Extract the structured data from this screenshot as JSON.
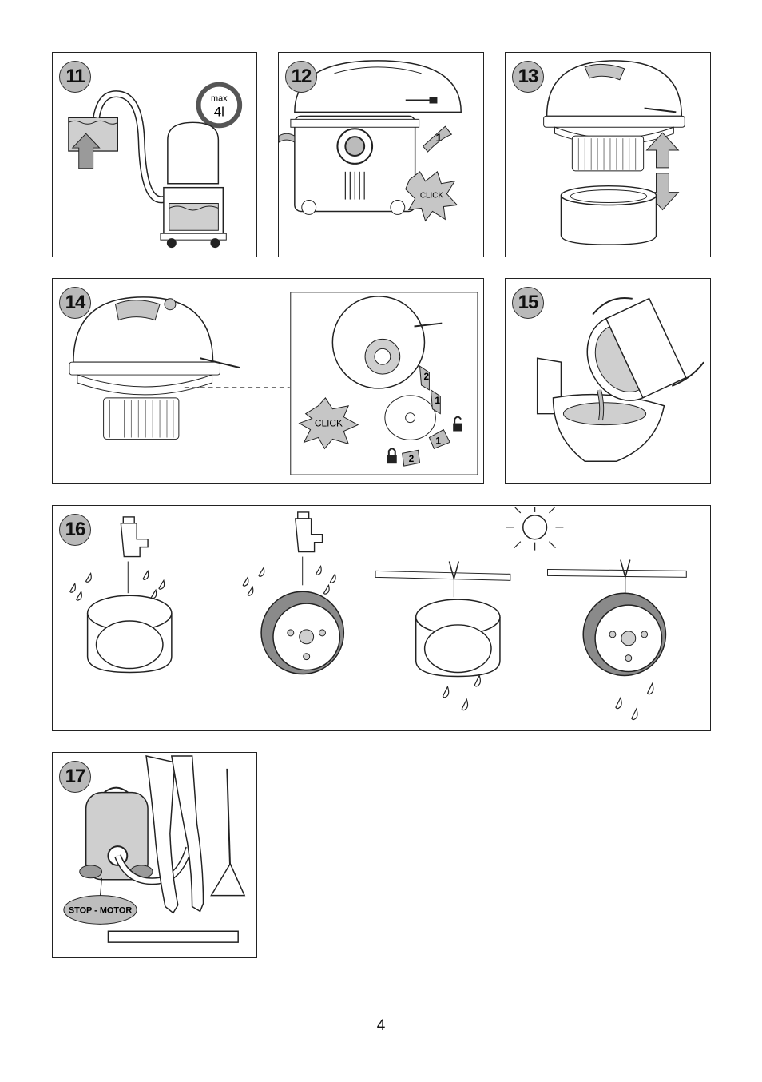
{
  "page_number": "4",
  "steps": [
    {
      "number": "11",
      "badge_text": "max",
      "badge_value": "4l"
    },
    {
      "number": "12",
      "arrow_label": "1",
      "click_label": "CLICK"
    },
    {
      "number": "13"
    },
    {
      "number": "14",
      "click_label": "CLICK",
      "arrow_labels": [
        "2",
        "1",
        "1",
        "2"
      ]
    },
    {
      "number": "15"
    },
    {
      "number": "16"
    },
    {
      "number": "17",
      "stop_label": "STOP - MOTOR"
    }
  ],
  "colors": {
    "badge_fill": "#b9b9b9",
    "arrow_fill": "#bdbdbd",
    "body_fill": "#cfcfcf",
    "line": "#222222"
  }
}
